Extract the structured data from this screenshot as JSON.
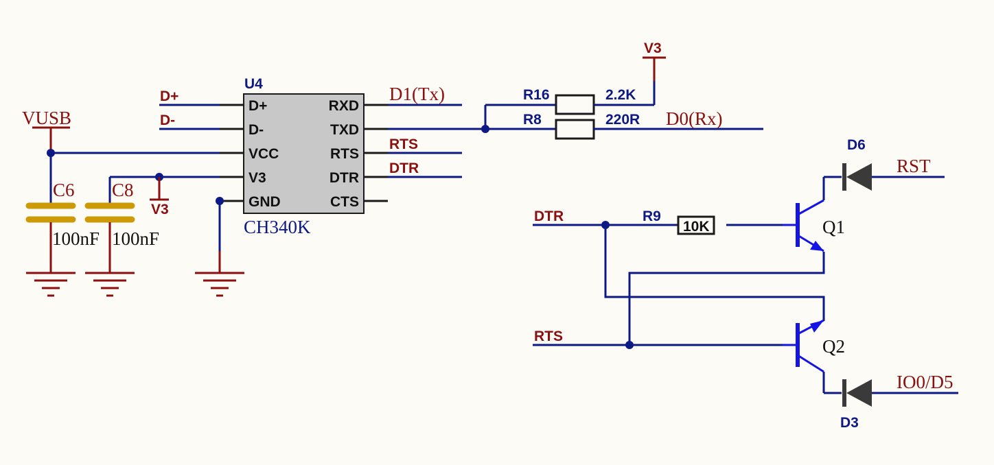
{
  "colors": {
    "background": "#fdfbf6",
    "wire": "#0d1a86",
    "label_blue": "#0d1a86",
    "label_red": "#8b0f0f",
    "transistor": "#1414e6",
    "capacitor": "#cc9a06",
    "diode": "#3a3a3a",
    "ic_body": "#c8c8c8"
  },
  "ic": {
    "designator": "U4",
    "part": "CH340K",
    "pins_left": [
      "D+",
      "D-",
      "VCC",
      "V3",
      "GND"
    ],
    "pins_right": [
      "RXD",
      "TXD",
      "RTS",
      "DTR",
      "CTS"
    ]
  },
  "nets": {
    "dplus": "D+",
    "dminus": "D-",
    "vusb": "VUSB",
    "v3_cap": "V3",
    "v3_top": "V3",
    "tx": "D1(Tx)",
    "rx": "D0(Rx)",
    "rts_ic": "RTS",
    "dtr_ic": "DTR",
    "dtr_in": "DTR",
    "rts_in": "RTS",
    "rst": "RST",
    "io0": "IO0/D5"
  },
  "capacitors": [
    {
      "ref": "C6",
      "value": "100nF"
    },
    {
      "ref": "C8",
      "value": "100nF"
    }
  ],
  "resistors": [
    {
      "ref": "R16",
      "value": "2.2K"
    },
    {
      "ref": "R8",
      "value": "220R"
    },
    {
      "ref": "R9",
      "value": "10K"
    }
  ],
  "transistors": [
    {
      "ref": "Q1"
    },
    {
      "ref": "Q2"
    }
  ],
  "diodes": [
    {
      "ref": "D6"
    },
    {
      "ref": "D3"
    }
  ]
}
